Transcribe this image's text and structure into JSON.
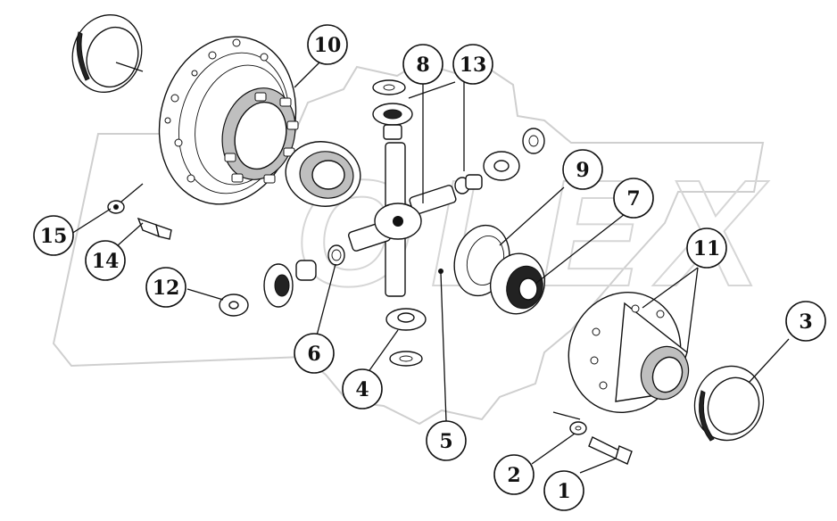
{
  "diagram": {
    "callouts": [
      {
        "id": "callout-1",
        "label": "1"
      },
      {
        "id": "callout-2",
        "label": "2"
      },
      {
        "id": "callout-3",
        "label": "3"
      },
      {
        "id": "callout-4",
        "label": "4"
      },
      {
        "id": "callout-5",
        "label": "5"
      },
      {
        "id": "callout-6",
        "label": "6"
      },
      {
        "id": "callout-7",
        "label": "7"
      },
      {
        "id": "callout-8",
        "label": "8"
      },
      {
        "id": "callout-9",
        "label": "9"
      },
      {
        "id": "callout-10",
        "label": "10"
      },
      {
        "id": "callout-11",
        "label": "11"
      },
      {
        "id": "callout-12",
        "label": "12"
      },
      {
        "id": "callout-13",
        "label": "13"
      },
      {
        "id": "callout-14",
        "label": "14"
      },
      {
        "id": "callout-15",
        "label": "15"
      }
    ],
    "watermark": "OLEX",
    "colors": {
      "ink": "#111111",
      "watermark": "#cfcfcf",
      "background": "#ffffff"
    }
  }
}
